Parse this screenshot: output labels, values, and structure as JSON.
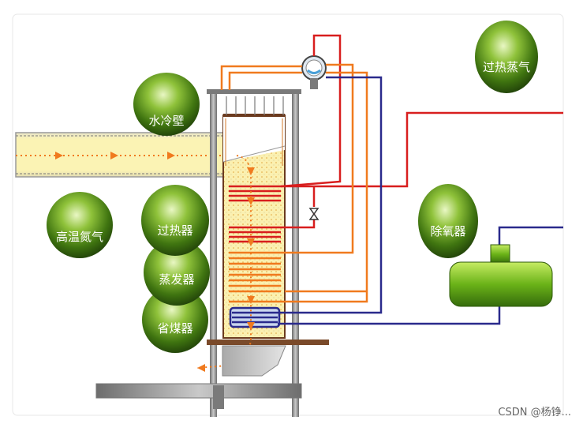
{
  "labels": {
    "water_cooled_wall": "水冷壁",
    "high_temp_nitrogen": "高温氮气",
    "superheater": "过热器",
    "evaporator": "蒸发器",
    "economizer": "省煤器",
    "superheated_steam": "过热蒸气",
    "deaerator": "除氧器"
  },
  "watermark": "CSDN @杨铮...",
  "colors": {
    "red_pipe": "#d81e1e",
    "orange_pipe": "#f07a1e",
    "blue_pipe": "#2a2a8c",
    "green_bubble": "#4a7d12",
    "duct_fill": "#fbf3b4",
    "steel": "#8a8a8a"
  }
}
